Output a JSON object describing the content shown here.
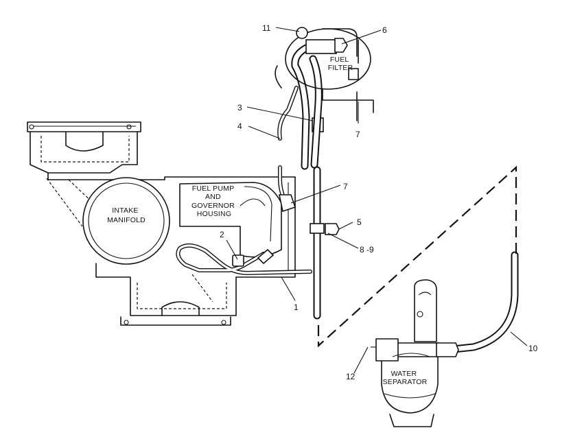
{
  "component_labels": {
    "intake_manifold": [
      "INTAKE",
      "MANIFOLD"
    ],
    "fuel_pump": [
      "FUEL PUMP",
      "AND",
      "GOVERNOR",
      "HOUSING"
    ],
    "fuel_filter": [
      "FUEL",
      "FILTER"
    ],
    "water_separator": [
      "WATER",
      "SEPARATOR"
    ]
  },
  "callouts": {
    "c1": "1",
    "c2": "2",
    "c3": "3",
    "c4": "4",
    "c5": "5",
    "c6": "6",
    "c7a": "7",
    "c7b": "7",
    "c8_9": "8 -9",
    "c10": "10",
    "c11": "11",
    "c12": "12"
  }
}
